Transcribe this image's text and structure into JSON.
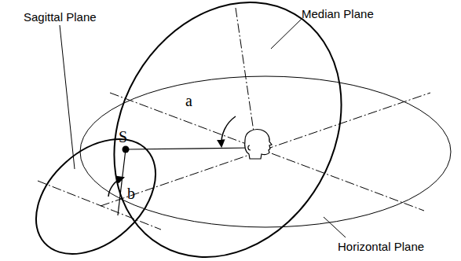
{
  "diagram": {
    "labels": [
      "Sagittal Plane",
      "Median Plane",
      "Horizontal Plane",
      "S",
      "a",
      "b"
    ]
  }
}
